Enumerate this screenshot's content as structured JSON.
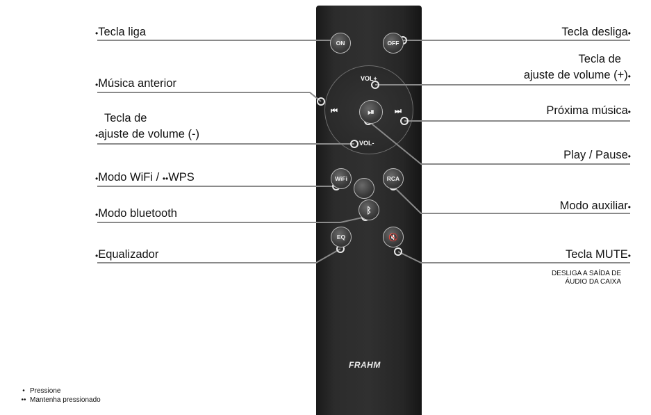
{
  "labels": {
    "on": "Tecla liga",
    "off": "Tecla desliga",
    "vol_plus_1": "Tecla de",
    "vol_plus_2": "ajuste de volume (+)",
    "prev": "Música anterior",
    "next": "Próxima música",
    "vol_minus_1": "Tecla de",
    "vol_minus_2": "ajuste de volume (-)",
    "play": "Play / Pause",
    "wifi_a": "Modo WiFi / ",
    "wifi_b": "WPS",
    "rca": "Modo auxiliar",
    "bt": "Modo bluetooth",
    "mute": "Tecla MUTE",
    "eq": "Equalizador"
  },
  "mute_note": [
    "DESLIGA A SAÍDA DE",
    "ÁUDIO DA CAIXA"
  ],
  "bullets": {
    "single": "•",
    "double": "••"
  },
  "legend": {
    "press": "Pressione",
    "hold": "Mantenha pressionado"
  },
  "buttons": {
    "on": "ON",
    "off": "OFF",
    "vol_plus": "VOL+",
    "vol_minus": "VOL-",
    "prev": "⏮",
    "next": "⏭",
    "play": "⏯",
    "wifi": "WiFi",
    "rca": "RCA",
    "bt": "ᛒ",
    "eq": "EQ",
    "mute": "🔇"
  },
  "brand": "FRAHM",
  "colors": {
    "remote": "#2c2c2c",
    "leader": "#888888",
    "button_ring": "#bdbdbd"
  }
}
